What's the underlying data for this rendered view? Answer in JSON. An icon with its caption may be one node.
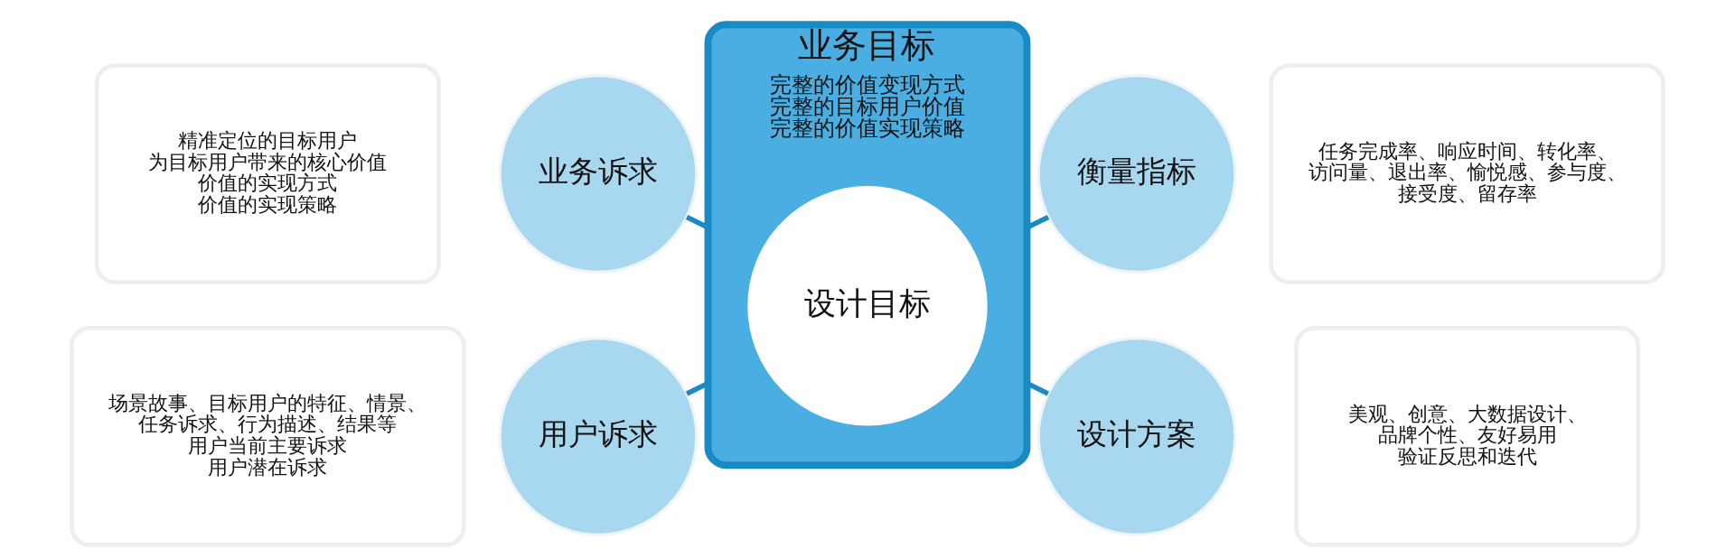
{
  "diagram": {
    "nodes": [
      {
        "text": [
          "精准定位的目标用户",
          "为目标用户带来的核心价值",
          "价值的实现方式",
          "价值的实现策略"
        ]
      },
      {
        "text": [
          "业务诉求"
        ]
      },
      {
        "text": [
          "业务目标",
          "完整的价值变现方式",
          "完整的目标用户价值",
          "完整的价值实现策略"
        ]
      },
      {
        "text": [
          "设计目标"
        ],
        "in": 2
      },
      {
        "text": [
          "衡量指标"
        ]
      },
      {
        "text": [
          "任务完成率、响应时间、转化率、访问量、退出率、愉悦感、参与度、接受度、留存率"
        ]
      },
      {
        "text": [
          "场景故事、目标用户的特征、情景、任务诉求、行为描述、结果等",
          "用户当前主要诉求",
          "用户潜在诉求"
        ]
      },
      {
        "text": [
          "用户诉求"
        ]
      },
      {
        "text": [
          "设计方案"
        ]
      },
      {
        "text": [
          "美观、创意、大数据设计、品牌个性、友好易用",
          "验证反思和迭代"
        ]
      }
    ],
    "edges": [
      {
        "from": 1,
        "to": 2,
        "arrow": "none"
      },
      {
        "from": 2,
        "to": 4,
        "arrow": "none"
      },
      {
        "from": 7,
        "to": 2,
        "arrow": "none"
      },
      {
        "from": 2,
        "to": 8,
        "arrow": "none"
      }
    ]
  }
}
